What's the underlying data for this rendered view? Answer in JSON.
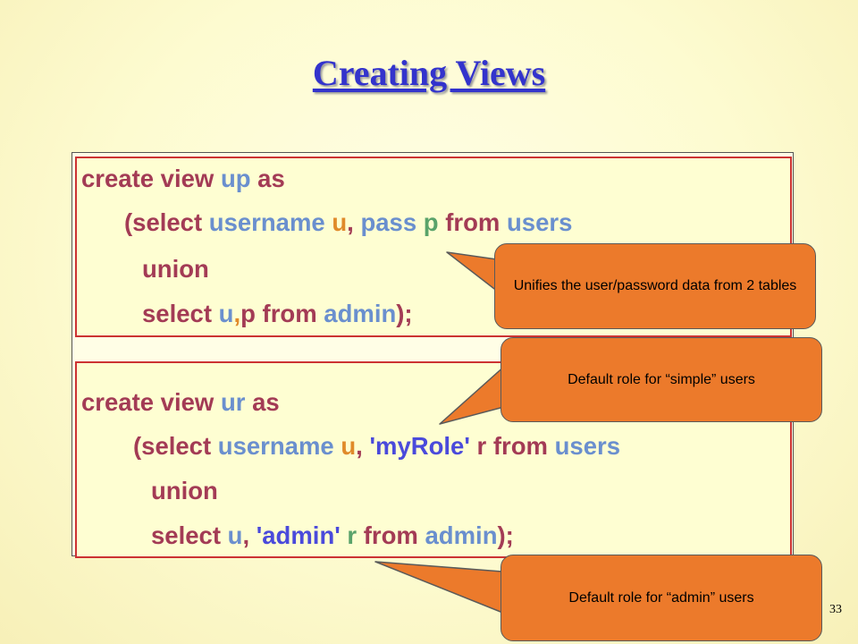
{
  "slide": {
    "title": "Creating Views",
    "number": "33"
  },
  "code1": {
    "l1_create": "create view ",
    "l1_name": "up",
    "l1_as": " as",
    "l2_open": "(select ",
    "l2_username": "username",
    "l2_sp": " ",
    "l2_u": "u",
    "l2_comma": ", ",
    "l2_pass": "pass",
    "l2_sp2": " ",
    "l2_p": "p",
    "l2_from": " from ",
    "l2_users": "users",
    "l3_union": "union",
    "l4_select": "select ",
    "l4_u": "u",
    "l4_comma": ",",
    "l4_p": "p",
    "l4_from": " from ",
    "l4_admin": "admin",
    "l4_close": ");"
  },
  "code2": {
    "l1_create": "create view ",
    "l1_name": "ur",
    "l1_as": " as",
    "l2_open": "(select ",
    "l2_username": "username",
    "l2_sp": " ",
    "l2_u": "u",
    "l2_comma": ", ",
    "l2_role": "'myRole'",
    "l2_r": " r",
    "l2_from": " from ",
    "l2_users": "users",
    "l3_union": "union",
    "l4_select": "select ",
    "l4_u": "u",
    "l4_comma": ", ",
    "l4_admin_str": "'admin'",
    "l4_r": " r",
    "l4_from": " from ",
    "l4_admin": "admin",
    "l4_close": ");"
  },
  "callouts": {
    "note1": "Unifies the user/password data from 2 tables",
    "note2": "Default role for “simple” users",
    "note3": "Default role for “admin” users"
  },
  "colors": {
    "keyword": "#a33b55",
    "identifier": "#6a8fce",
    "alias": "#e08a2a",
    "string": "#4a4adb",
    "callout_fill": "#ec7a2b",
    "box_border": "#cc3333",
    "title": "#3333cc"
  }
}
